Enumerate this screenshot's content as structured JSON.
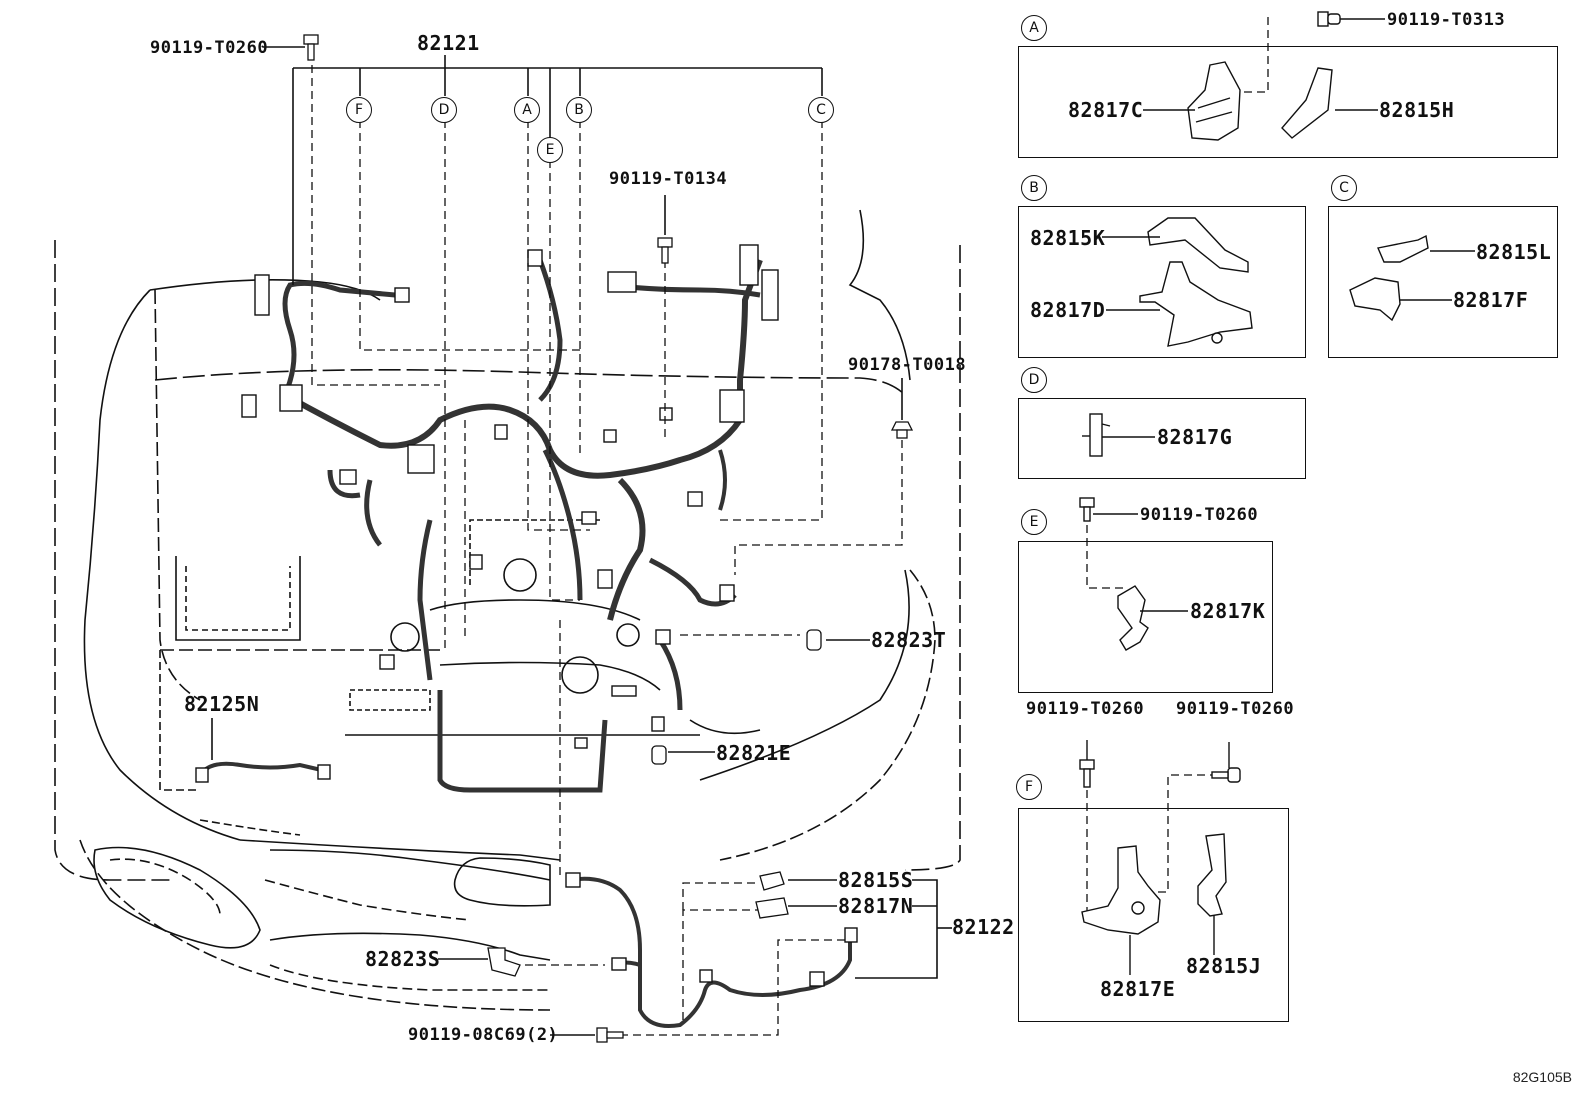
{
  "main": {
    "labels": {
      "bolt_top_left": "90119-T0260",
      "harness_main": "82121",
      "bolt_t0134": "90119-T0134",
      "clip_t0018": "90178-T0018",
      "part_82823T": "82823T",
      "part_82125N": "82125N",
      "part_82821E": "82821E",
      "part_82815S": "82815S",
      "part_82817N": "82817N",
      "part_82122": "82122",
      "part_82823S": "82823S",
      "bolt_bottom": "90119-08C69(2)"
    },
    "callouts": [
      "F",
      "D",
      "A",
      "E",
      "B",
      "C"
    ]
  },
  "detail_boxes": {
    "A": {
      "letter": "A",
      "bolt": "90119-T0313",
      "parts": [
        "82817C",
        "82815H"
      ]
    },
    "B": {
      "letter": "B",
      "parts": [
        "82815K",
        "82817D"
      ]
    },
    "C": {
      "letter": "C",
      "parts": [
        "82815L",
        "82817F"
      ]
    },
    "D": {
      "letter": "D",
      "parts": [
        "82817G"
      ]
    },
    "E": {
      "letter": "E",
      "bolt": "90119-T0260",
      "parts": [
        "82817K"
      ]
    },
    "F": {
      "letter": "F",
      "bolts": [
        "90119-T0260",
        "90119-T0260"
      ],
      "parts": [
        "82817E",
        "82815J"
      ]
    }
  },
  "footer": {
    "code": "82G105B"
  }
}
